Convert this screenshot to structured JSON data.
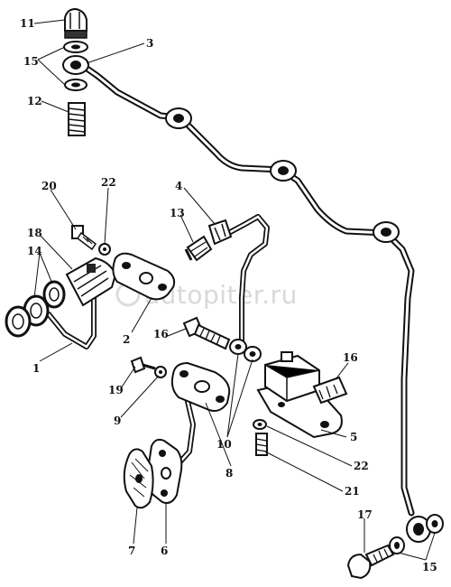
{
  "watermark": "autopiter.ru",
  "callouts": [
    "1",
    "2",
    "3",
    "4",
    "5",
    "6",
    "7",
    "8",
    "9",
    "10",
    "11",
    "12",
    "13",
    "14",
    "15",
    "16",
    "17",
    "18",
    "19",
    "20",
    "21",
    "22"
  ]
}
